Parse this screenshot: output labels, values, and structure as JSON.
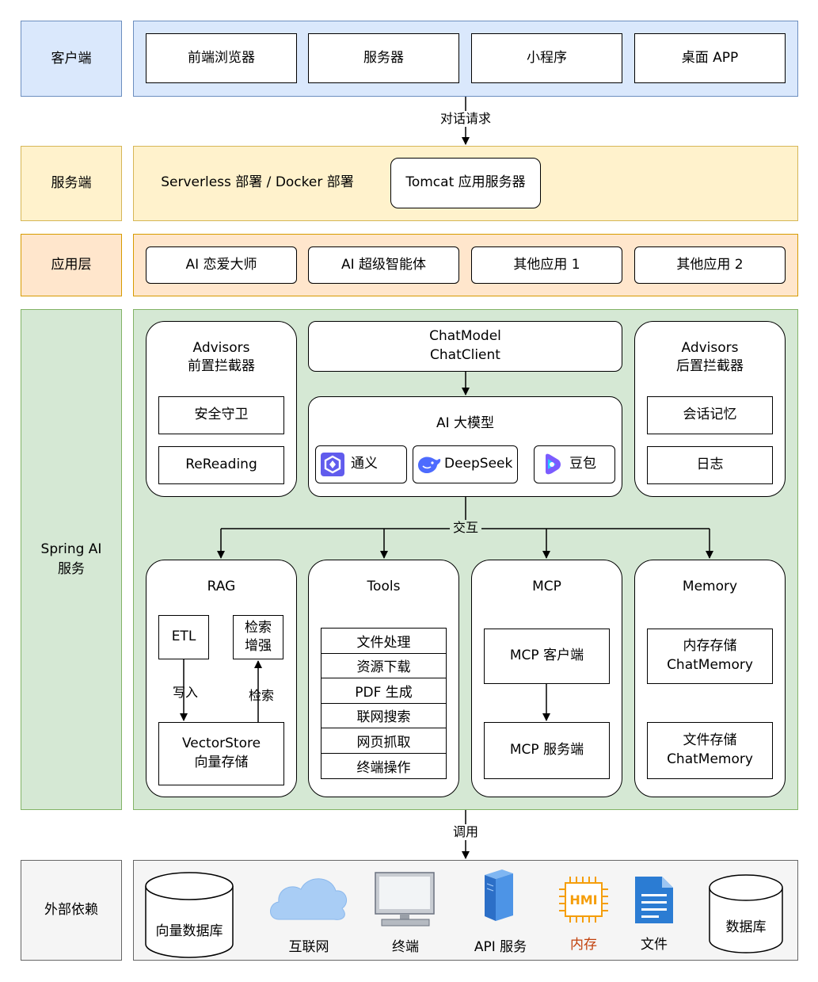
{
  "client": {
    "label": "客户端",
    "items": [
      "前端浏览器",
      "服务器",
      "小程序",
      "桌面 APP"
    ]
  },
  "request_label": "对话请求",
  "server": {
    "label": "服务端",
    "deploy": "Serverless 部署 / Docker 部署",
    "tomcat": "Tomcat 应用服务器"
  },
  "app": {
    "label": "应用层",
    "items": [
      "AI 恋爱大师",
      "AI 超级智能体",
      "其他应用 1",
      "其他应用 2"
    ]
  },
  "spring": {
    "label": "Spring AI\n服务",
    "pre_advisors": {
      "title": "Advisors\n前置拦截器",
      "items": [
        "安全守卫",
        "ReReading"
      ]
    },
    "chat": {
      "title": "ChatModel\nChatClient"
    },
    "model": {
      "title": "AI 大模型",
      "items": [
        "通义",
        "DeepSeek",
        "豆包"
      ]
    },
    "post_advisors": {
      "title": "Advisors\n后置拦截器",
      "items": [
        "会话记忆",
        "日志"
      ]
    },
    "interact_label": "交互",
    "rag": {
      "title": "RAG",
      "etl": "ETL",
      "search": "检索\n增强",
      "write_label": "写入",
      "retrieve_label": "检索",
      "store": "VectorStore\n向量存储"
    },
    "tools": {
      "title": "Tools",
      "items": [
        "文件处理",
        "资源下载",
        "PDF 生成",
        "联网搜索",
        "网页抓取",
        "终端操作"
      ]
    },
    "mcp": {
      "title": "MCP",
      "client": "MCP 客户端",
      "server": "MCP 服务端"
    },
    "memory": {
      "title": "Memory",
      "mem": "内存存储\nChatMemory",
      "file": "文件存储\nChatMemory"
    }
  },
  "call_label": "调用",
  "external": {
    "label": "外部依赖",
    "items": {
      "vector_db": "向量数据库",
      "internet": "互联网",
      "terminal": "终端",
      "api": "API 服务",
      "memory": "内存",
      "file": "文件",
      "db": "数据库"
    },
    "hmi": "HMI"
  },
  "colors": {
    "client_fill": "#dae8fc",
    "client_stroke": "#6c8ebf",
    "server_fill": "#fff2cc",
    "server_stroke": "#d6b656",
    "app_fill": "#ffe6cc",
    "app_stroke": "#d79b00",
    "spring_fill": "#d5e8d4",
    "spring_stroke": "#82b366",
    "ext_fill": "#f5f5f5",
    "ext_stroke": "#666666"
  }
}
